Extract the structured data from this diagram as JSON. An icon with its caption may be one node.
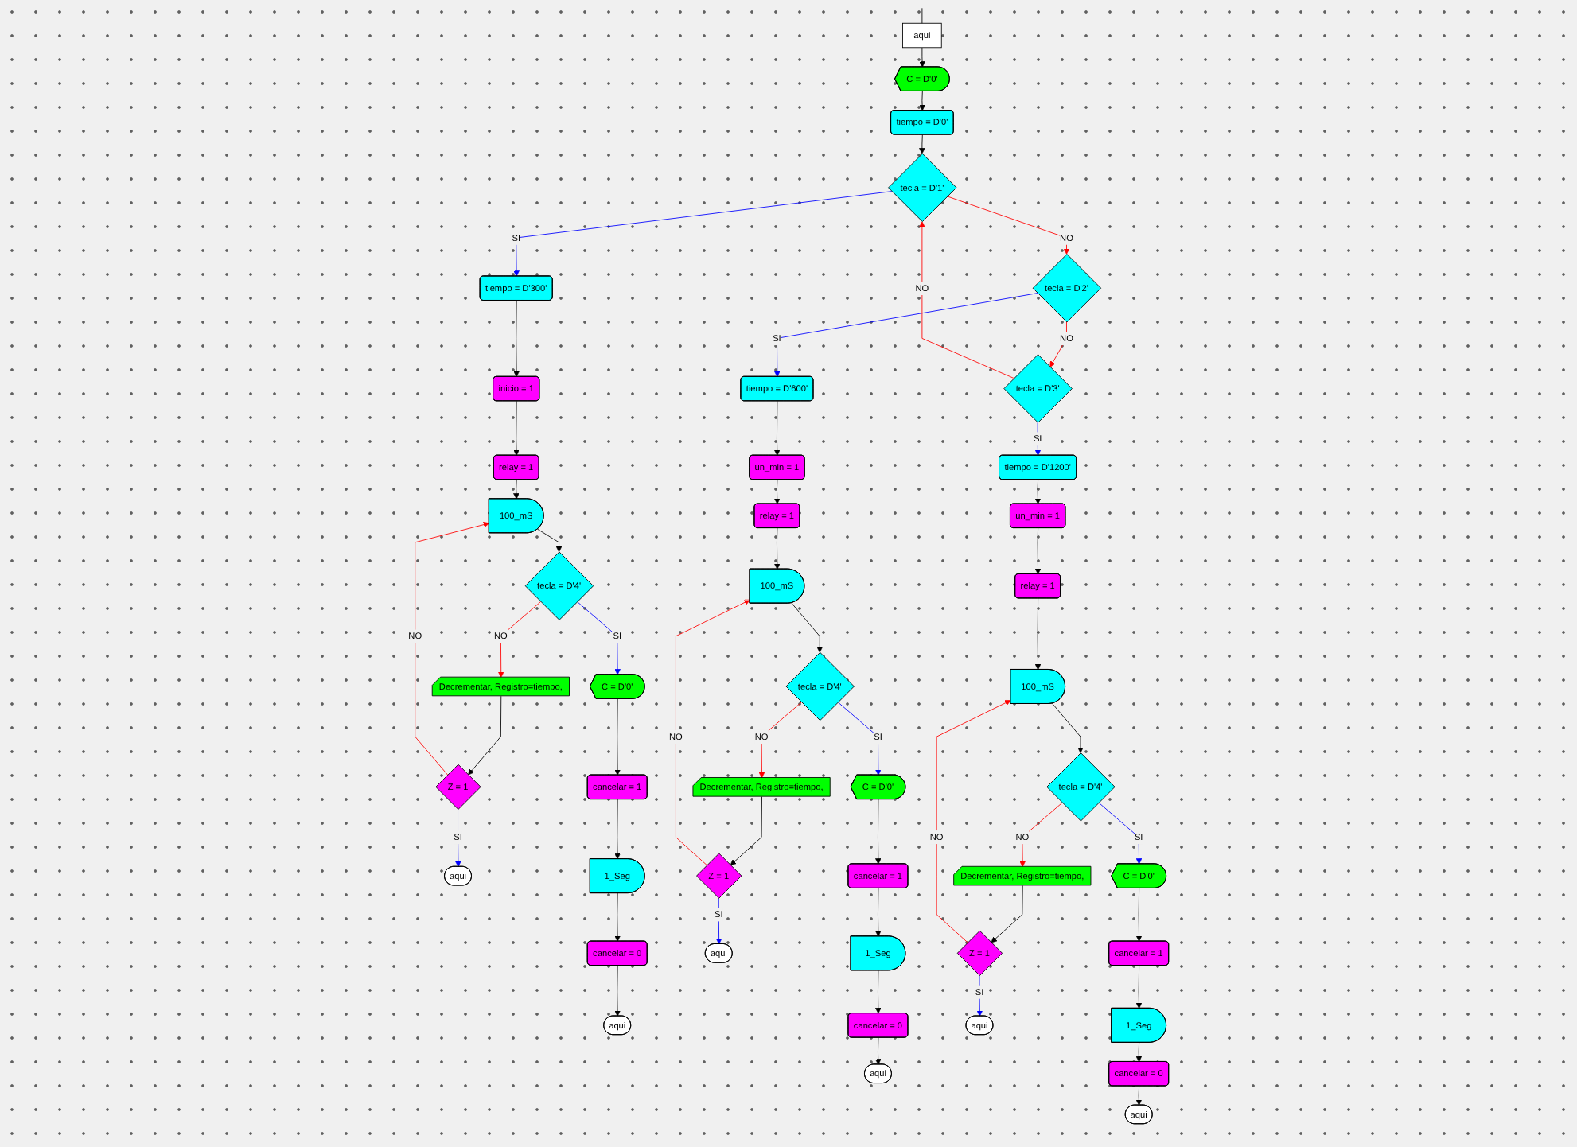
{
  "diagram": {
    "nodes": [
      {
        "text": [
          "aqui"
        ]
      },
      {
        "text": [
          "C = D'0'"
        ]
      },
      {
        "text": [
          "tiempo = D'0'"
        ]
      },
      {
        "text": [
          "tecla = D'1'"
        ]
      },
      {
        "text": [
          "tiempo = D'300'"
        ]
      },
      {
        "text": [
          "inicio = 1"
        ]
      },
      {
        "text": [
          "relay = 1"
        ]
      },
      {
        "text": [
          "100_mS"
        ]
      },
      {
        "text": [
          "tecla = D'4'"
        ]
      },
      {
        "text": [
          "Decrementar, Registro=tiempo,"
        ]
      },
      {
        "text": [
          "Z = 1"
        ]
      },
      {
        "text": [
          "aqui"
        ]
      },
      {
        "text": [
          "C = D'0'"
        ]
      },
      {
        "text": [
          "cancelar = 1"
        ]
      },
      {
        "text": [
          "1_Seg"
        ]
      },
      {
        "text": [
          "cancelar = 0"
        ]
      },
      {
        "text": [
          "aqui"
        ]
      },
      {
        "text": [
          "tecla = D'2'"
        ]
      },
      {
        "text": [
          "tiempo = D'600'"
        ]
      },
      {
        "text": [
          "un_min = 1"
        ]
      },
      {
        "text": [
          "relay = 1"
        ]
      },
      {
        "text": [
          "100_mS"
        ]
      },
      {
        "text": [
          "tecla = D'4'"
        ]
      },
      {
        "text": [
          "Decrementar, Registro=tiempo,"
        ]
      },
      {
        "text": [
          "Z = 1"
        ]
      },
      {
        "text": [
          "aqui"
        ]
      },
      {
        "text": [
          "C = D'0'"
        ]
      },
      {
        "text": [
          "cancelar = 1"
        ]
      },
      {
        "text": [
          "1_Seg"
        ]
      },
      {
        "text": [
          "cancelar = 0"
        ]
      },
      {
        "text": [
          "aqui"
        ]
      },
      {
        "text": [
          "tecla = D'3'"
        ]
      },
      {
        "text": [
          "tiempo = D'1200'"
        ]
      },
      {
        "text": [
          "un_min = 1"
        ]
      },
      {
        "text": [
          "relay = 1"
        ]
      },
      {
        "text": [
          "100_mS"
        ]
      },
      {
        "text": [
          "tecla = D'4'"
        ]
      },
      {
        "text": [
          "Decrementar, Registro=tiempo,"
        ]
      },
      {
        "text": [
          "Z = 1"
        ]
      },
      {
        "text": [
          "aqui"
        ]
      },
      {
        "text": [
          "C = D'0'"
        ]
      },
      {
        "text": [
          "cancelar = 1"
        ]
      },
      {
        "text": [
          "1_Seg"
        ]
      },
      {
        "text": [
          "cancelar = 0"
        ]
      },
      {
        "text": [
          "aqui"
        ]
      }
    ],
    "edges": [
      {
        "from": null,
        "to": 0,
        "arrow": "none"
      },
      {
        "from": 0,
        "to": 1,
        "arrow": "to"
      },
      {
        "from": 1,
        "to": 2,
        "arrow": "to"
      },
      {
        "from": 2,
        "to": 3,
        "arrow": "to"
      },
      {
        "from": 3,
        "to": 4,
        "arrow": "to",
        "label": "SI",
        "color": "#0000ff"
      },
      {
        "from": 4,
        "to": 5,
        "arrow": "to"
      },
      {
        "from": 5,
        "to": 6,
        "arrow": "to"
      },
      {
        "from": 6,
        "to": 7,
        "arrow": "to"
      },
      {
        "from": 7,
        "to": 8,
        "arrow": "to"
      },
      {
        "from": 8,
        "to": 9,
        "arrow": "to",
        "label": "NO",
        "color": "#ff0000"
      },
      {
        "from": 8,
        "to": 12,
        "arrow": "to",
        "label": "SI",
        "color": "#0000ff"
      },
      {
        "from": 9,
        "to": 10,
        "arrow": "to"
      },
      {
        "from": 10,
        "to": 11,
        "arrow": "to",
        "label": "SI",
        "color": "#0000ff"
      },
      {
        "from": 10,
        "to": 7,
        "arrow": "to",
        "label": "NO",
        "color": "#ff0000"
      },
      {
        "from": 12,
        "to": 13,
        "arrow": "to"
      },
      {
        "from": 13,
        "to": 14,
        "arrow": "to"
      },
      {
        "from": 14,
        "to": 15,
        "arrow": "to"
      },
      {
        "from": 15,
        "to": 16,
        "arrow": "to"
      },
      {
        "from": 3,
        "to": 17,
        "arrow": "to",
        "label": "NO",
        "color": "#ff0000"
      },
      {
        "from": 17,
        "to": 18,
        "arrow": "to",
        "label": "SI",
        "color": "#0000ff"
      },
      {
        "from": 18,
        "to": 19,
        "arrow": "to"
      },
      {
        "from": 19,
        "to": 20,
        "arrow": "to"
      },
      {
        "from": 20,
        "to": 21,
        "arrow": "to"
      },
      {
        "from": 21,
        "to": 22,
        "arrow": "to"
      },
      {
        "from": 22,
        "to": 23,
        "arrow": "to",
        "label": "NO",
        "color": "#ff0000"
      },
      {
        "from": 22,
        "to": 26,
        "arrow": "to",
        "label": "SI",
        "color": "#0000ff"
      },
      {
        "from": 23,
        "to": 24,
        "arrow": "to"
      },
      {
        "from": 24,
        "to": 25,
        "arrow": "to",
        "label": "SI",
        "color": "#0000ff"
      },
      {
        "from": 24,
        "to": 21,
        "arrow": "to",
        "label": "NO",
        "color": "#ff0000"
      },
      {
        "from": 26,
        "to": 27,
        "arrow": "to"
      },
      {
        "from": 27,
        "to": 28,
        "arrow": "to"
      },
      {
        "from": 28,
        "to": 29,
        "arrow": "to"
      },
      {
        "from": 29,
        "to": 30,
        "arrow": "to"
      },
      {
        "from": 17,
        "to": 31,
        "arrow": "to",
        "label": "NO",
        "color": "#ff0000"
      },
      {
        "from": 31,
        "to": 32,
        "arrow": "to",
        "label": "SI",
        "color": "#0000ff"
      },
      {
        "from": 32,
        "to": 33,
        "arrow": "to"
      },
      {
        "from": 33,
        "to": 34,
        "arrow": "to"
      },
      {
        "from": 34,
        "to": 35,
        "arrow": "to"
      },
      {
        "from": 35,
        "to": 36,
        "arrow": "to"
      },
      {
        "from": 36,
        "to": 37,
        "arrow": "to",
        "label": "NO",
        "color": "#ff0000"
      },
      {
        "from": 36,
        "to": 40,
        "arrow": "to",
        "label": "SI",
        "color": "#0000ff"
      },
      {
        "from": 37,
        "to": 38,
        "arrow": "to"
      },
      {
        "from": 38,
        "to": 39,
        "arrow": "to",
        "label": "SI",
        "color": "#0000ff"
      },
      {
        "from": 38,
        "to": 35,
        "arrow": "to",
        "label": "NO",
        "color": "#ff0000"
      },
      {
        "from": 40,
        "to": 41,
        "arrow": "to"
      },
      {
        "from": 41,
        "to": 42,
        "arrow": "to"
      },
      {
        "from": 42,
        "to": 43,
        "arrow": "to"
      },
      {
        "from": 43,
        "to": 44,
        "arrow": "to"
      },
      {
        "from": 31,
        "to": 3,
        "arrow": "to",
        "label": "NO",
        "color": "#ff0000"
      }
    ]
  }
}
